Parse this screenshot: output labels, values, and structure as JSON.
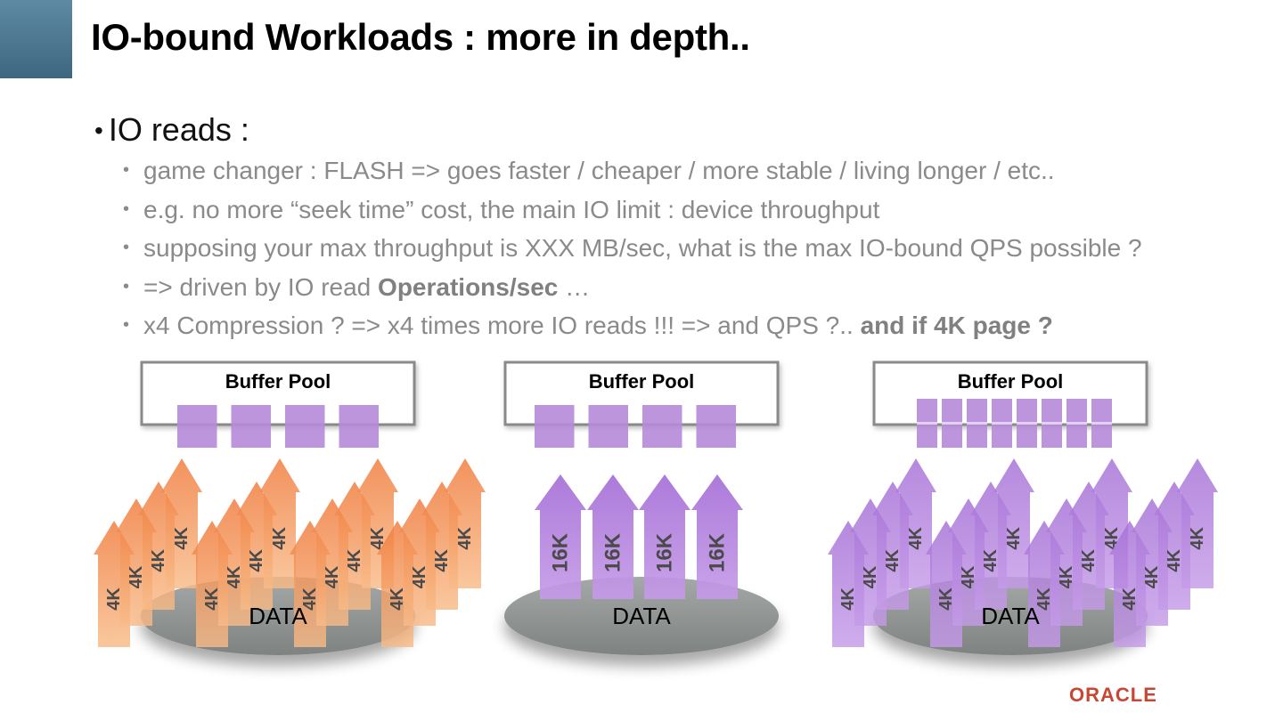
{
  "title": "IO-bound Workloads : more in depth..",
  "bullet": "IO reads :",
  "sub_bullets": [
    {
      "text": "game changer : FLASH => goes faster / cheaper / more stable / living longer / etc..",
      "bold": ""
    },
    {
      "text": "e.g. no more “seek time” cost, the main IO limit : device throughput",
      "bold": ""
    },
    {
      "text": "supposing your max throughput is XXX MB/sec, what is the max IO-bound QPS possible ?",
      "bold": ""
    },
    {
      "text": "=> driven by IO read ",
      "bold": "Operations/sec",
      "after": " …"
    },
    {
      "text": "x4 Compression ?  => x4 times more IO reads !!! => and QPS ?.. ",
      "bold": "and if 4K page ?"
    }
  ],
  "diagram": {
    "panels": [
      {
        "pool_label": "Buffer Pool",
        "data_label": "DATA",
        "pages": 4,
        "arrow_label": "4K",
        "arrow_color": "orange",
        "arrow_count": 16
      },
      {
        "pool_label": "Buffer Pool",
        "data_label": "DATA",
        "pages": 4,
        "arrow_label": "16K",
        "arrow_color": "purple",
        "arrow_count": 4
      },
      {
        "pool_label": "Buffer Pool",
        "data_label": "DATA",
        "pages": 8,
        "arrow_label": "4K",
        "arrow_color": "purple",
        "arrow_count": 16
      }
    ],
    "colors": {
      "orange": "#f08848",
      "orange_light": "#f8c090",
      "purple": "#b27fdc",
      "purple_light": "#cfa8ee",
      "page": "#b58ad8",
      "ellipse": "#8c908e"
    }
  },
  "logo": "ORACLE"
}
